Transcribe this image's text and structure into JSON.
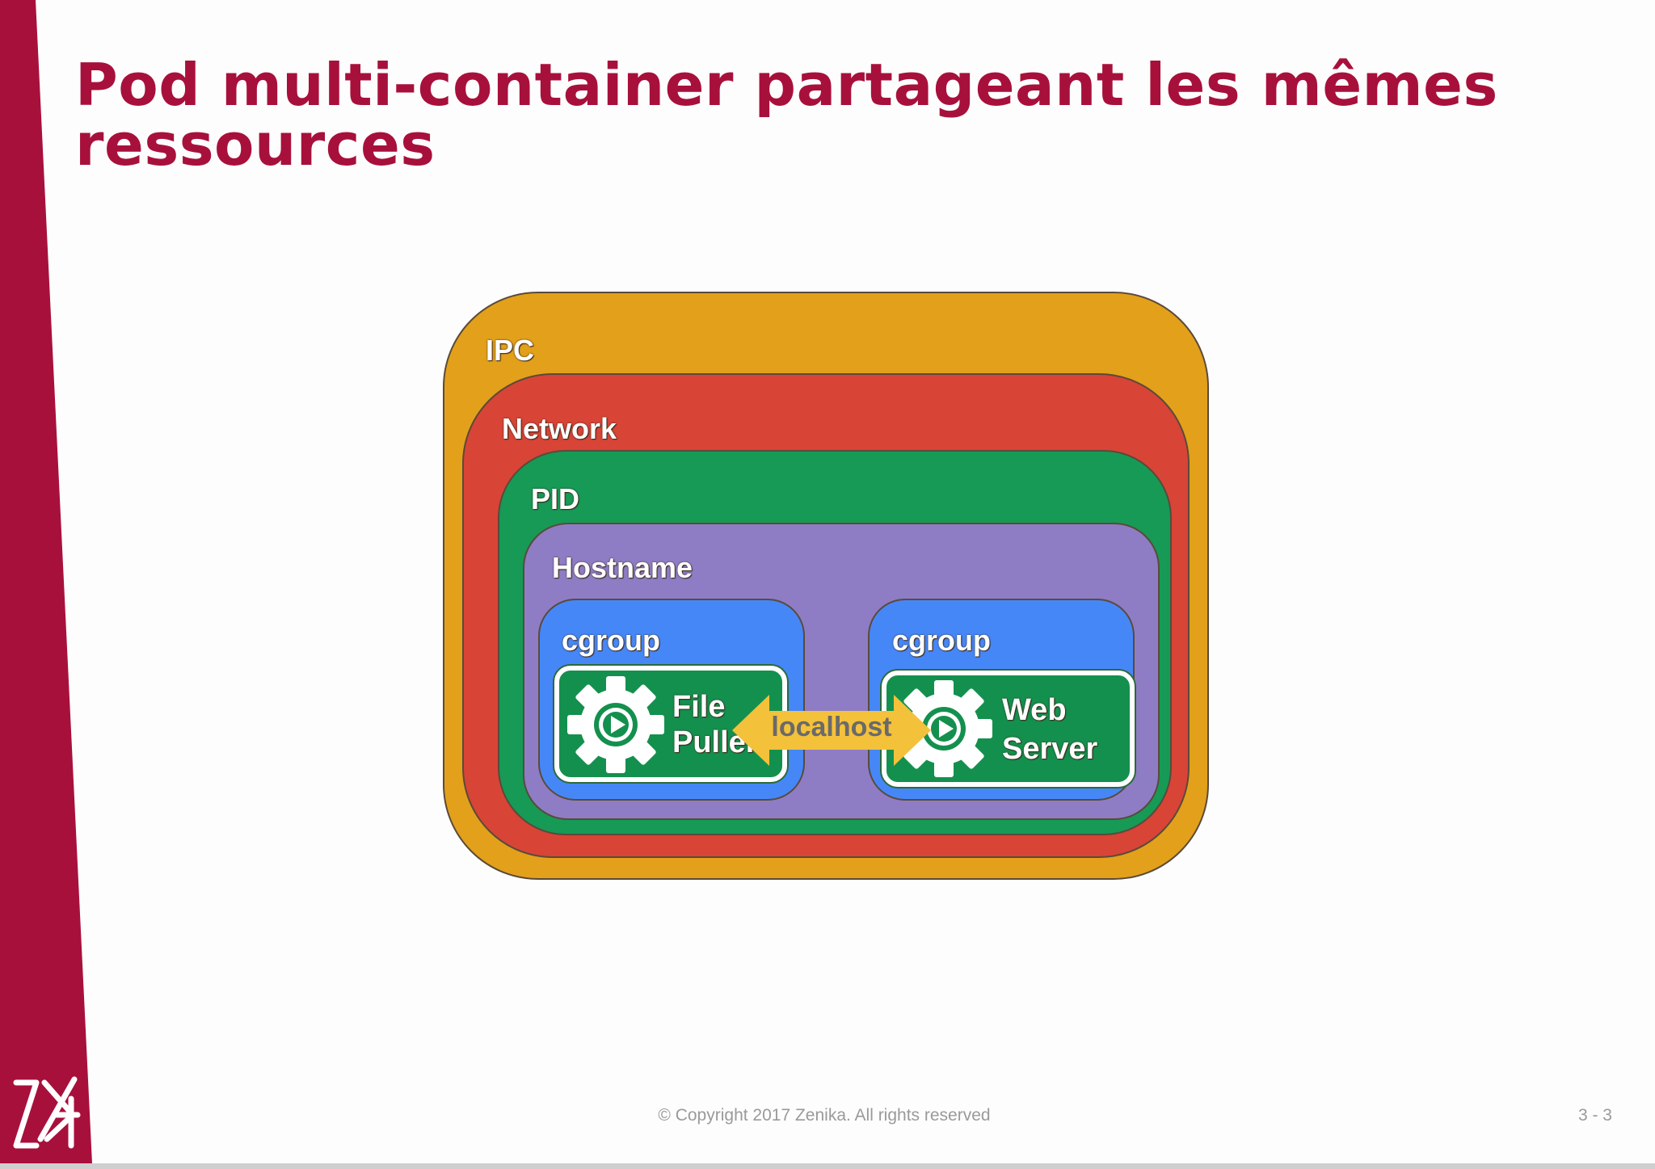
{
  "slide": {
    "title": "Pod multi-container partageant les mêmes ressources",
    "footer": "© Copyright 2017 Zenika. All rights reserved",
    "page_number": "3 - 3",
    "brand_color": "#a8103c"
  },
  "diagram": {
    "layers": {
      "ipc": {
        "label": "IPC",
        "color": "#e3a01a"
      },
      "network": {
        "label": "Network",
        "color": "#d84436"
      },
      "pid": {
        "label": "PID",
        "color": "#169a56"
      },
      "hostname": {
        "label": "Hostname",
        "color": "#8e7dc4"
      }
    },
    "cgroups": [
      {
        "label": "cgroup",
        "container_line1": "File",
        "container_line2": "Puller"
      },
      {
        "label": "cgroup",
        "container_line1": "Web",
        "container_line2": "Server"
      }
    ],
    "cgroup_color": "#4687f8",
    "container_color": "#14904e",
    "link": {
      "label": "localhost",
      "color": "#f4c13a"
    }
  },
  "icons": {
    "logo": "zenika-logo",
    "container_icon": "gear-play-icon",
    "link_icon": "double-arrow-icon"
  }
}
